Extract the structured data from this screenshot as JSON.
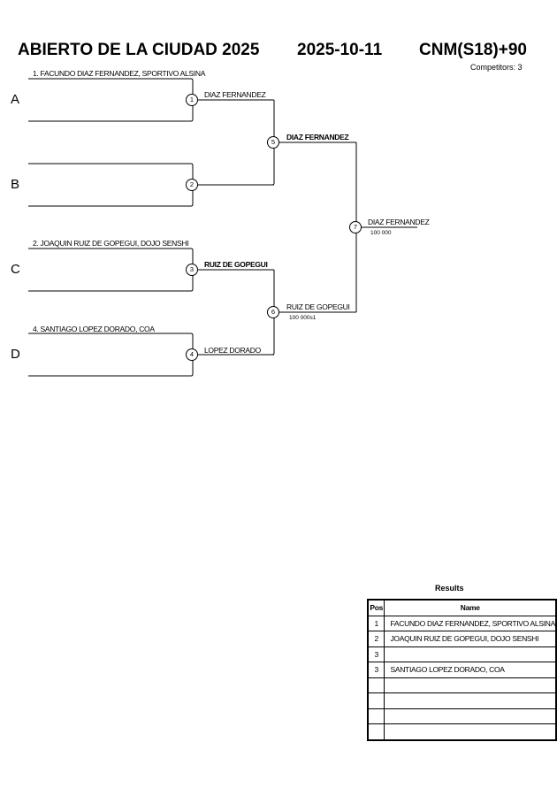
{
  "header": {
    "event": "ABIERTO DE LA CIUDAD 2025",
    "date": "2025-10-11",
    "category": "CNM(S18)+90",
    "competitors": "Competitors: 3"
  },
  "pools": [
    "A",
    "B",
    "C",
    "D"
  ],
  "entries": {
    "e1": "1. FACUNDO DIAZ FERNANDEZ, SPORTIVO ALSINA",
    "e2": "2. JOAQUIN RUIZ DE GOPEGUI, DOJO SENSHI",
    "e4": "4. SANTIAGO LOPEZ DORADO, COA"
  },
  "matches": {
    "m1": {
      "num": "1",
      "winner": "DIAZ FERNANDEZ"
    },
    "m2": {
      "num": "2"
    },
    "m3": {
      "num": "3",
      "winner": "RUIZ DE GOPEGUI"
    },
    "m4": {
      "num": "4",
      "winner": "LOPEZ DORADO"
    },
    "m5": {
      "num": "5",
      "winner": "DIAZ FERNANDEZ"
    },
    "m6": {
      "num": "6",
      "winner": "RUIZ DE GOPEGUI",
      "score": "100   000s1"
    },
    "m7": {
      "num": "7",
      "winner": "DIAZ FERNANDEZ",
      "score": "100   000"
    }
  },
  "results": {
    "title": "Results",
    "headers": {
      "pos": "Pos",
      "name": "Name"
    },
    "rows": [
      {
        "pos": "1",
        "name": "FACUNDO DIAZ FERNANDEZ, SPORTIVO ALSINA"
      },
      {
        "pos": "2",
        "name": "JOAQUIN RUIZ DE GOPEGUI, DOJO SENSHI"
      },
      {
        "pos": "3",
        "name": ""
      },
      {
        "pos": "3",
        "name": "SANTIAGO LOPEZ DORADO, COA"
      },
      {
        "pos": "",
        "name": ""
      },
      {
        "pos": "",
        "name": ""
      },
      {
        "pos": "",
        "name": ""
      },
      {
        "pos": "",
        "name": ""
      }
    ]
  }
}
